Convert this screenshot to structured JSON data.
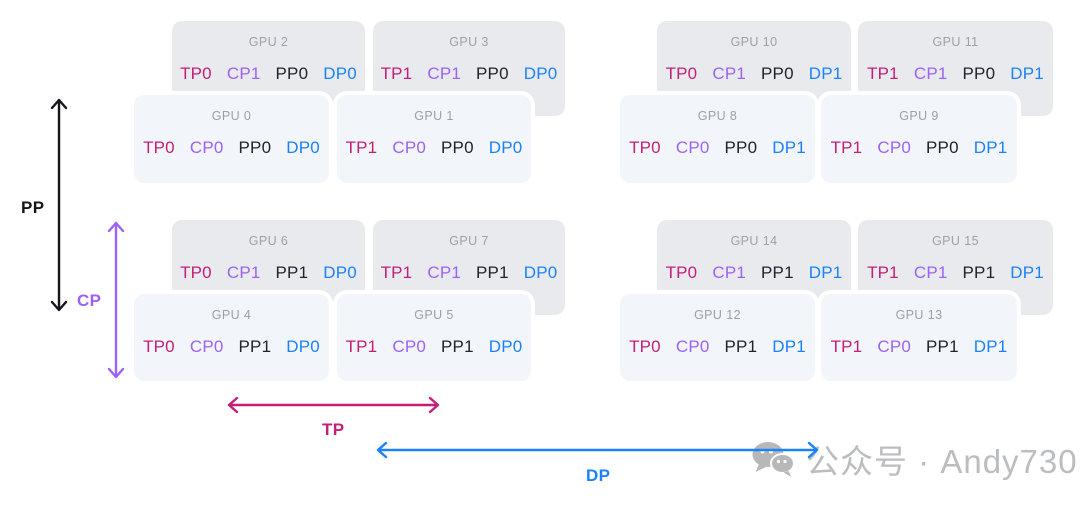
{
  "axes": {
    "pp_label": "PP",
    "cp_label": "CP",
    "tp_label": "TP",
    "dp_label": "DP"
  },
  "gpus": [
    {
      "title": "GPU 0",
      "tp": "TP0",
      "cp": "CP0",
      "pp": "PP0",
      "dp": "DP0"
    },
    {
      "title": "GPU 1",
      "tp": "TP1",
      "cp": "CP0",
      "pp": "PP0",
      "dp": "DP0"
    },
    {
      "title": "GPU 2",
      "tp": "TP0",
      "cp": "CP1",
      "pp": "PP0",
      "dp": "DP0"
    },
    {
      "title": "GPU 3",
      "tp": "TP1",
      "cp": "CP1",
      "pp": "PP0",
      "dp": "DP0"
    },
    {
      "title": "GPU 4",
      "tp": "TP0",
      "cp": "CP0",
      "pp": "PP1",
      "dp": "DP0"
    },
    {
      "title": "GPU 5",
      "tp": "TP1",
      "cp": "CP0",
      "pp": "PP1",
      "dp": "DP0"
    },
    {
      "title": "GPU 6",
      "tp": "TP0",
      "cp": "CP1",
      "pp": "PP1",
      "dp": "DP0"
    },
    {
      "title": "GPU 7",
      "tp": "TP1",
      "cp": "CP1",
      "pp": "PP1",
      "dp": "DP0"
    },
    {
      "title": "GPU 8",
      "tp": "TP0",
      "cp": "CP0",
      "pp": "PP0",
      "dp": "DP1"
    },
    {
      "title": "GPU 9",
      "tp": "TP1",
      "cp": "CP0",
      "pp": "PP0",
      "dp": "DP1"
    },
    {
      "title": "GPU 10",
      "tp": "TP0",
      "cp": "CP1",
      "pp": "PP0",
      "dp": "DP1"
    },
    {
      "title": "GPU 11",
      "tp": "TP1",
      "cp": "CP1",
      "pp": "PP0",
      "dp": "DP1"
    },
    {
      "title": "GPU 12",
      "tp": "TP0",
      "cp": "CP0",
      "pp": "PP1",
      "dp": "DP1"
    },
    {
      "title": "GPU 13",
      "tp": "TP1",
      "cp": "CP0",
      "pp": "PP1",
      "dp": "DP1"
    },
    {
      "title": "GPU 14",
      "tp": "TP0",
      "cp": "CP1",
      "pp": "PP1",
      "dp": "DP1"
    },
    {
      "title": "GPU 15",
      "tp": "TP1",
      "cp": "CP1",
      "pp": "PP1",
      "dp": "DP1"
    }
  ],
  "watermark": {
    "text": "公众号 · Andy730",
    "icon": "wechat-icon"
  },
  "colors": {
    "tp": "#c41e78",
    "cp": "#9c62f6",
    "pp": "#20242e",
    "dp": "#1b82fb",
    "arrow_black": "#14161b",
    "card_back_bg": "#e8eaee",
    "card_front_bg": "#f2f5f9",
    "gpu_title": "#9ba1aa",
    "watermark": "#bcbdbf"
  }
}
